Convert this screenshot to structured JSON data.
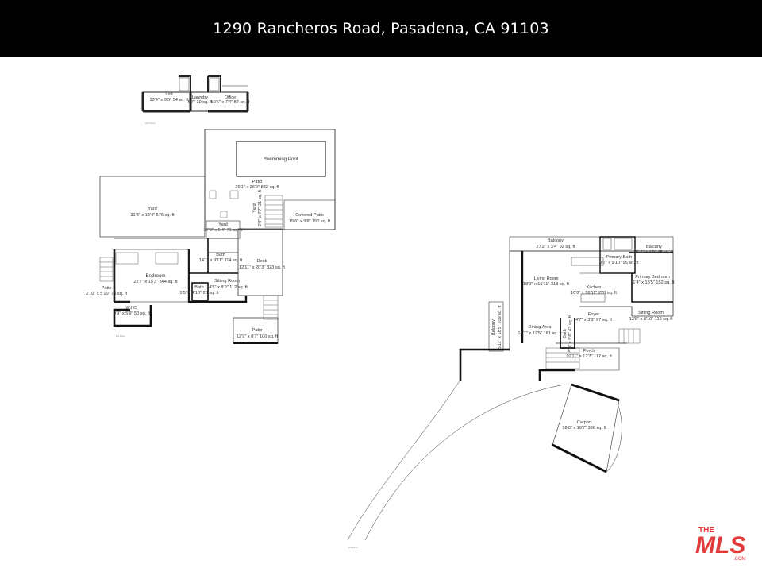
{
  "header": {
    "address": "1290 Rancheros Road, Pasadena, CA 91103"
  },
  "floor_tags": {
    "upper": "2nd Floor",
    "middle": "1st Floor",
    "lower": "2nd Floor"
  },
  "rooms": {
    "loft": {
      "name": "Loft",
      "dims": "13'4\" x 3'5\" 54 sq. ft"
    },
    "laundry": {
      "name": "Laundry",
      "dims": "5'7\" 30 sq. ft"
    },
    "office": {
      "name": "Office",
      "dims": "10'6\" x 7'4\" 87 sq. ft"
    },
    "pool": {
      "name": "Swimming Pool"
    },
    "patio_main": {
      "name": "Patio",
      "dims": "39'1\" x 26'9\" 882 sq. ft"
    },
    "yard_big": {
      "name": "Yard",
      "dims": "31'8\" x 18'4\" 576 sq. ft"
    },
    "yard_small": {
      "name": "Yard",
      "dims": "17'3\" x 5'4\" 71 sq. ft"
    },
    "yard_vertical": {
      "name": "Yard",
      "dims": "2'9\" x 7'7\" 21 sq. ft"
    },
    "covered_patio": {
      "name": "Covered Patio",
      "dims": "15'6\" x 9'8\" 150 sq. ft"
    },
    "bath_1": {
      "name": "Bath",
      "dims": "14'1\" x 9'11\" 114 sq. ft"
    },
    "deck": {
      "name": "Deck",
      "dims": "12'11\" x 20'3\" 323 sq. ft"
    },
    "bedroom": {
      "name": "Bedroom",
      "dims": "22'7\" x 15'3\" 344 sq. ft"
    },
    "sitting_room_1": {
      "name": "Sitting Room",
      "dims": "14'5\" x 8'9\" 112 sq. ft"
    },
    "bath_2": {
      "name": "Bath",
      "dims": "5'5\" x 4'10\" 26 sq. ft"
    },
    "patio_left": {
      "name": "Patio",
      "dims": "3'10\" x 5'10\" 76 sq. ft"
    },
    "wic": {
      "name": "W.I.C.",
      "dims": "9'9\" x 5'9\" 50 sq. ft"
    },
    "patio_bottom": {
      "name": "Patio",
      "dims": "12'9\" x 8'7\" 106 sq. ft"
    },
    "balcony_top": {
      "name": "Balcony",
      "dims": "27'2\" x 3'4\" 92 sq. ft"
    },
    "primary_bath": {
      "name": "Primary Bath",
      "dims": "9'7\" x 9'10\" 95 sq. ft"
    },
    "balcony_right": {
      "name": "Balcony",
      "dims": "11'4\" x 4'9\" 45 sq. ft"
    },
    "living_room": {
      "name": "Living Room",
      "dims": "18'9\" x 16'11\" 318 sq. ft"
    },
    "kitchen": {
      "name": "Kitchen",
      "dims": "16'0\" x 16'11\" 220 sq. ft"
    },
    "primary_bedroom": {
      "name": "Primary Bedroom",
      "dims": "11'4\" x 13'5\" 152 sq. ft"
    },
    "sitting_room_2": {
      "name": "Sitting Room",
      "dims": "13'8\" x 8'10\" 116 sq. ft"
    },
    "foyer": {
      "name": "Foyer",
      "dims": "4'7\" x 3'3\" 97 sq. ft"
    },
    "dining_area": {
      "name": "Dining Area",
      "dims": "14'7\" x 12'5\" 181 sq. ft"
    },
    "balcony_left": {
      "name": "Balcony",
      "dims": "5'11\" x 18'5\" 109 sq. ft"
    },
    "bath_3": {
      "name": "Bath",
      "dims": "5'6\" x 8'6\" 43 sq. ft"
    },
    "porch": {
      "name": "Porch",
      "dims": "10'11\" x 12'3\" 117 sq. ft"
    },
    "carport": {
      "name": "Carport",
      "dims": "18'0\" x 19'7\" 336 sq. ft"
    }
  },
  "logo": {
    "line1": "THE",
    "line2": "MLS",
    "line3": ".COM",
    "color": "#e23a3a"
  }
}
